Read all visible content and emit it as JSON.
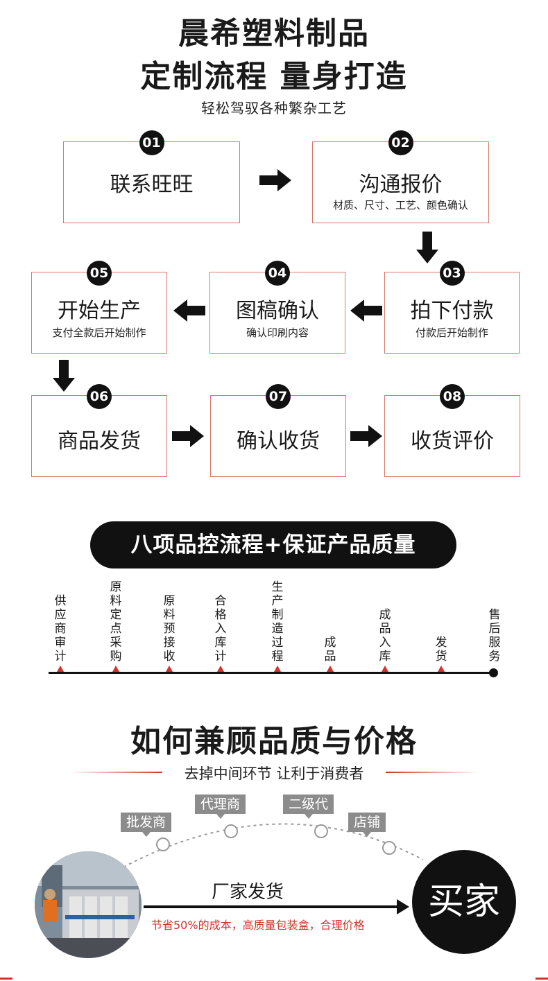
{
  "header": {
    "title": "晨希塑料制品",
    "subtitle": "定制流程 量身打造",
    "tagline": "轻松驾驭各种繁杂工艺"
  },
  "steps": [
    {
      "num": "01",
      "title": "联系旺旺",
      "desc": ""
    },
    {
      "num": "02",
      "title": "沟通报价",
      "desc": "材质、尺寸、工艺、颜色确认"
    },
    {
      "num": "03",
      "title": "拍下付款",
      "desc": "付款后开始制作"
    },
    {
      "num": "04",
      "title": "图稿确认",
      "desc": "确认印刷内容"
    },
    {
      "num": "05",
      "title": "开始生产",
      "desc": "支付全款后开始制作"
    },
    {
      "num": "06",
      "title": "商品发货",
      "desc": ""
    },
    {
      "num": "07",
      "title": "确认收货",
      "desc": ""
    },
    {
      "num": "08",
      "title": "收货评价",
      "desc": ""
    }
  ],
  "qc": {
    "banner": "八项品控流程+保证产品质量",
    "stages": [
      "供应商审计",
      "原料定点采购",
      "原料预接收",
      "合格入库计",
      "生产制造过程",
      "成品",
      "成品入库",
      "发货",
      "售后服务"
    ]
  },
  "value": {
    "title": "如何兼顾品质与价格",
    "subtitle": "去掉中间环节  让利于消费者",
    "chain": [
      "批发商",
      "代理商",
      "二级代",
      "店铺"
    ],
    "ship_label": "厂家发货",
    "ship_note": "节省50%的成本，高质量包装盒，合理价格",
    "buyer": "买家"
  },
  "colors": {
    "accent_red": "#d0342c",
    "box_border": "#d9776b",
    "dark": "#111111"
  }
}
